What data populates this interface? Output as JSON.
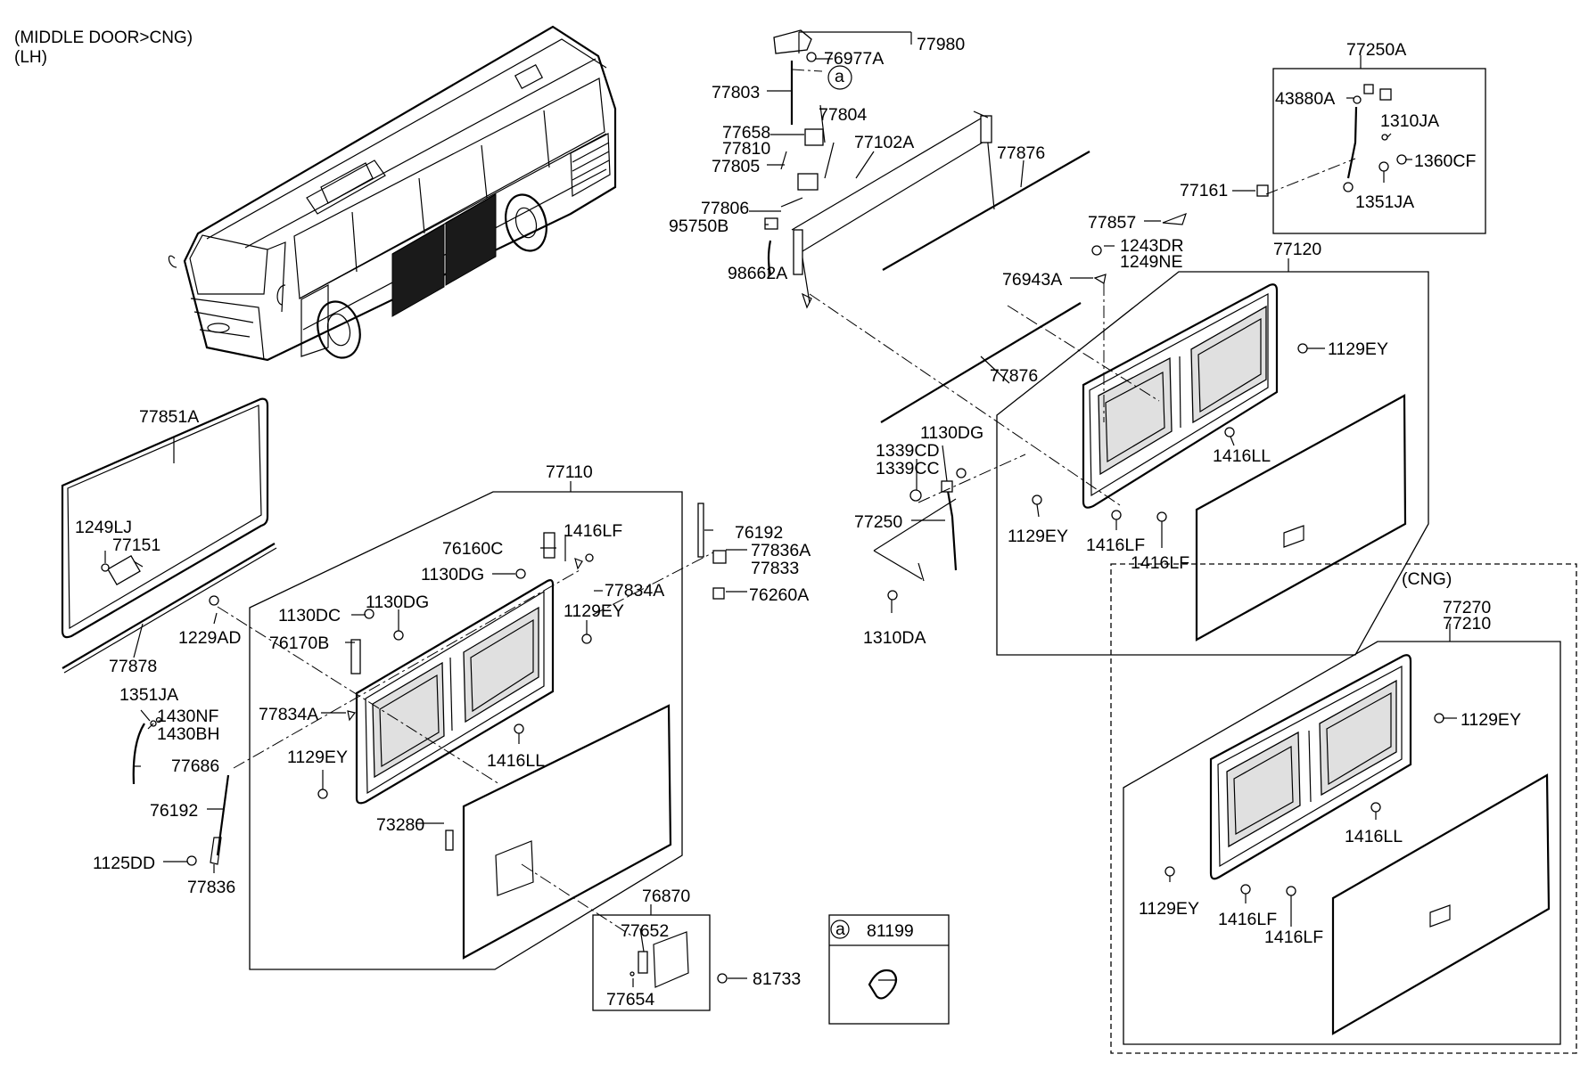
{
  "header": {
    "line1": "(MIDDLE DOOR>CNG)",
    "line2": "(LH)"
  },
  "callouts": [
    {
      "id": "c01",
      "text": "77980"
    },
    {
      "id": "c02",
      "text": "76977A"
    },
    {
      "id": "c03",
      "text": "77803"
    },
    {
      "id": "c04",
      "text": "a"
    },
    {
      "id": "c05",
      "text": "77804"
    },
    {
      "id": "c06",
      "text": "77658"
    },
    {
      "id": "c07",
      "text": "77810"
    },
    {
      "id": "c08",
      "text": "77805"
    },
    {
      "id": "c09",
      "text": "77102A"
    },
    {
      "id": "c10",
      "text": "77876"
    },
    {
      "id": "c11",
      "text": "77806"
    },
    {
      "id": "c12",
      "text": "95750B"
    },
    {
      "id": "c13",
      "text": "98662A"
    },
    {
      "id": "c14",
      "text": "77876"
    },
    {
      "id": "c15",
      "text": "77250A"
    },
    {
      "id": "c16",
      "text": "43880A"
    },
    {
      "id": "c17",
      "text": "1310JA"
    },
    {
      "id": "c18",
      "text": "1360CF"
    },
    {
      "id": "c19",
      "text": "1351JA"
    },
    {
      "id": "c20",
      "text": "77161"
    },
    {
      "id": "c21",
      "text": "77857"
    },
    {
      "id": "c22",
      "text": "1243DR"
    },
    {
      "id": "c23",
      "text": "1249NE"
    },
    {
      "id": "c24",
      "text": "77120"
    },
    {
      "id": "c25",
      "text": "76943A"
    },
    {
      "id": "c26",
      "text": "1129EY"
    },
    {
      "id": "c27",
      "text": "1416LL"
    },
    {
      "id": "c28",
      "text": "1130DG"
    },
    {
      "id": "c29",
      "text": "1339CD"
    },
    {
      "id": "c30",
      "text": "1339CC"
    },
    {
      "id": "c31",
      "text": "77250"
    },
    {
      "id": "c32",
      "text": "1129EY"
    },
    {
      "id": "c33",
      "text": "1416LF"
    },
    {
      "id": "c34",
      "text": "1416LF"
    },
    {
      "id": "c35",
      "text": "1310DA"
    },
    {
      "id": "c36",
      "text": "(CNG)"
    },
    {
      "id": "c37",
      "text": "77270"
    },
    {
      "id": "c38",
      "text": "77210"
    },
    {
      "id": "c39",
      "text": "1129EY"
    },
    {
      "id": "c40",
      "text": "1416LL"
    },
    {
      "id": "c41",
      "text": "1129EY"
    },
    {
      "id": "c42",
      "text": "1416LF"
    },
    {
      "id": "c43",
      "text": "1416LF"
    },
    {
      "id": "c44",
      "text": "77851A"
    },
    {
      "id": "c45",
      "text": "1249LJ"
    },
    {
      "id": "c46",
      "text": "77151"
    },
    {
      "id": "c47",
      "text": "77878"
    },
    {
      "id": "c48",
      "text": "1229AD"
    },
    {
      "id": "c49",
      "text": "77110"
    },
    {
      "id": "c50",
      "text": "76160C"
    },
    {
      "id": "c51",
      "text": "1416LF"
    },
    {
      "id": "c52",
      "text": "1130DG"
    },
    {
      "id": "c53",
      "text": "77834A"
    },
    {
      "id": "c54",
      "text": "1130DC"
    },
    {
      "id": "c55",
      "text": "1130DG"
    },
    {
      "id": "c56",
      "text": "1129EY"
    },
    {
      "id": "c57",
      "text": "76170B"
    },
    {
      "id": "c58",
      "text": "76192"
    },
    {
      "id": "c59",
      "text": "77836A"
    },
    {
      "id": "c60",
      "text": "77833"
    },
    {
      "id": "c61",
      "text": "76260A"
    },
    {
      "id": "c62",
      "text": "1351JA"
    },
    {
      "id": "c63",
      "text": "1430NF"
    },
    {
      "id": "c64",
      "text": "1430BH"
    },
    {
      "id": "c65",
      "text": "77834A"
    },
    {
      "id": "c66",
      "text": "77686"
    },
    {
      "id": "c67",
      "text": "1129EY"
    },
    {
      "id": "c68",
      "text": "1416LL"
    },
    {
      "id": "c69",
      "text": "76192"
    },
    {
      "id": "c70",
      "text": "73280"
    },
    {
      "id": "c71",
      "text": "1125DD"
    },
    {
      "id": "c72",
      "text": "77836"
    },
    {
      "id": "c73",
      "text": "76870"
    },
    {
      "id": "c74",
      "text": "77652"
    },
    {
      "id": "c75",
      "text": "77654"
    },
    {
      "id": "c76",
      "text": "81733"
    },
    {
      "id": "c77",
      "text": "a"
    },
    {
      "id": "c78",
      "text": "81199"
    }
  ]
}
